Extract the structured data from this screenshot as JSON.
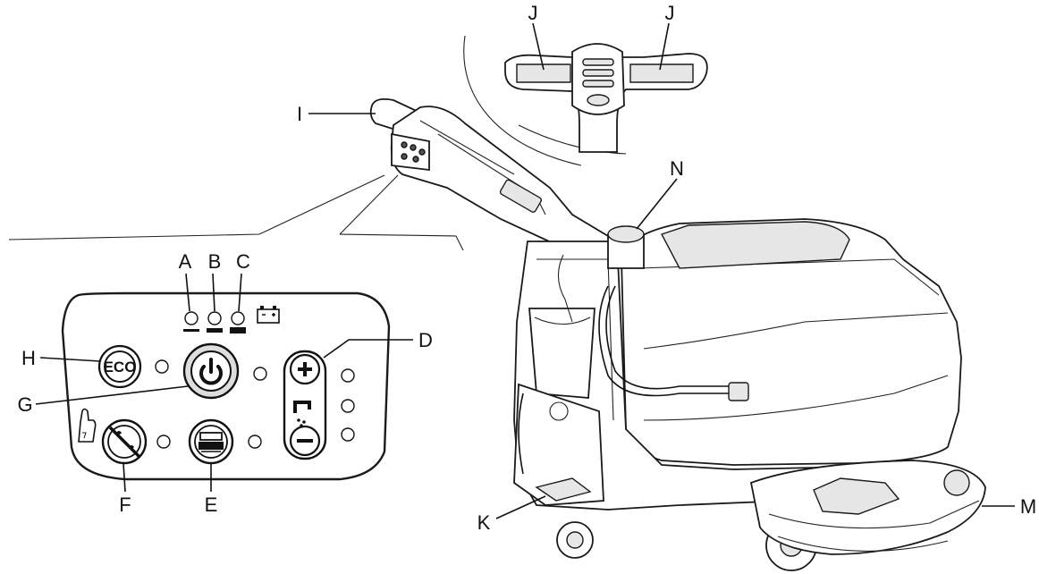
{
  "labels": {
    "A": "A",
    "B": "B",
    "C": "C",
    "D": "D",
    "E": "E",
    "F": "F",
    "G": "G",
    "H": "H",
    "I": "I",
    "J_left": "J",
    "J_right": "J",
    "K": "K",
    "M": "M",
    "N": "N"
  },
  "panel": {
    "eco_button": "ECO"
  },
  "icons": [
    "power-icon",
    "plus-icon",
    "minus-icon",
    "water-tap-icon",
    "brush-icon",
    "vacuum-off-icon",
    "battery-icon"
  ]
}
